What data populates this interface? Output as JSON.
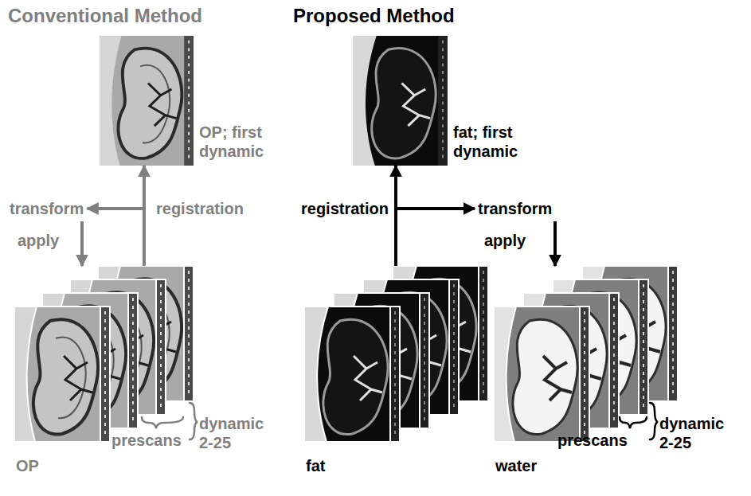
{
  "diagram": {
    "nodes": [
      {
        "text": [
          "OP; first dynamic"
        ]
      },
      {
        "text": [
          "OP"
        ]
      },
      {
        "text": [
          "transform"
        ]
      },
      {
        "text": [
          "fat; first dynamic"
        ]
      },
      {
        "text": [
          "fat"
        ]
      },
      {
        "text": [
          "transform"
        ]
      },
      {
        "text": [
          "water"
        ]
      }
    ],
    "edges": [
      {
        "from": 1,
        "to": 0,
        "arrow": "to",
        "label": "registration"
      },
      {
        "from": 1,
        "to": 2,
        "arrow": "to"
      },
      {
        "from": 2,
        "to": 1,
        "arrow": "to",
        "label": "apply"
      },
      {
        "from": 4,
        "to": 3,
        "arrow": "to",
        "label": "registration"
      },
      {
        "from": 4,
        "to": 5,
        "arrow": "to"
      },
      {
        "from": 5,
        "to": 6,
        "arrow": "to",
        "label": "apply"
      }
    ],
    "labels": [
      "Conventional Method",
      "Proposed Method",
      "prescans",
      "dynamic 2-25",
      "prescans",
      "dynamic 2-25"
    ]
  }
}
